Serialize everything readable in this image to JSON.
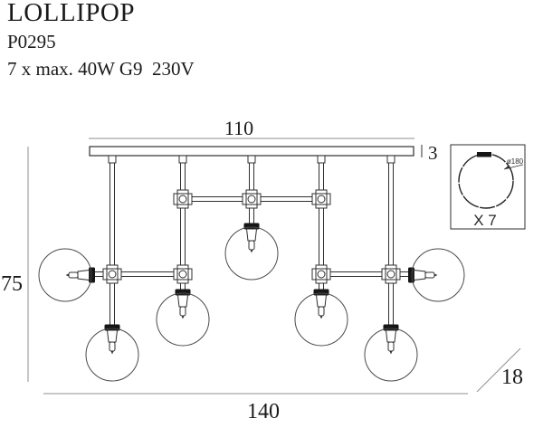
{
  "header": {
    "title": "LOLLIPOP",
    "code": "P0295",
    "spec": "7 x max. 40W G9  230V"
  },
  "dimensions": {
    "rail_width": "110",
    "rail_thickness": "3",
    "height": "75",
    "total_width": "140",
    "depth": "18"
  },
  "detail_box": {
    "globe_diameter": "ø180",
    "globe_count": "X 7"
  },
  "colors": {
    "line": "#2f2f2f",
    "dim_line": "#8f8f8f",
    "collar_fill": "#161616",
    "text": "#1a1a1a"
  }
}
